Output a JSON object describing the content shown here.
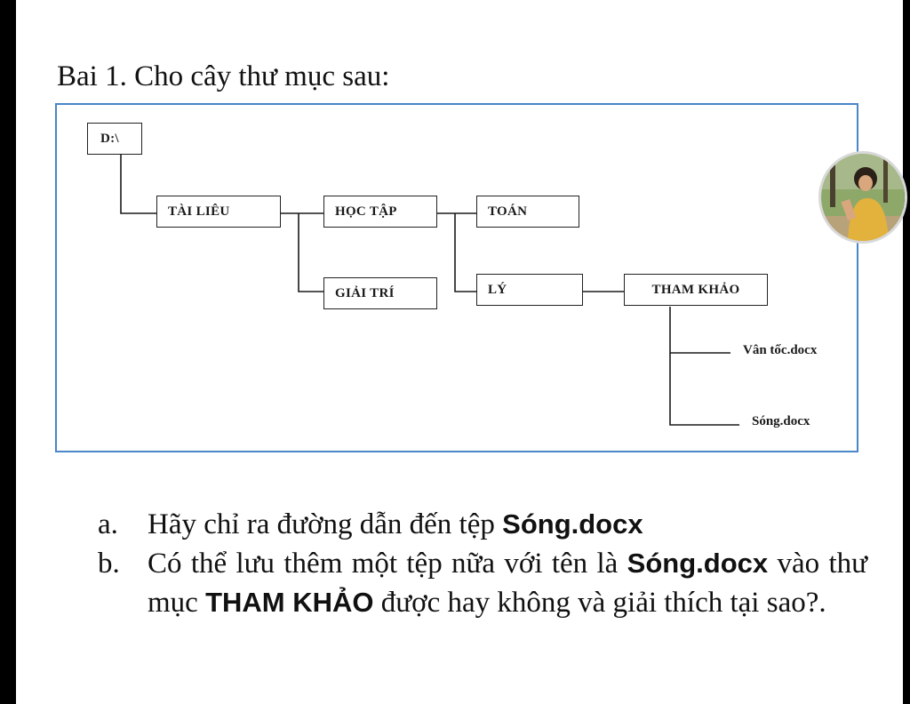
{
  "heading": "Bai 1. Cho cây thư mục sau:",
  "tree": {
    "nodes": {
      "root": "D:\\",
      "tai_lieu": "TÀI LIÊU",
      "hoc_tap": "HỌC TẬP",
      "toan": "TOÁN",
      "giai_tri": "GIẢI TRÍ",
      "ly": "LÝ",
      "tham_khao": "THAM KHẢO"
    },
    "files": [
      "Vân tốc.docx",
      "Sóng.docx"
    ]
  },
  "questions": [
    {
      "marker": "a.",
      "parts": [
        "Hãy chỉ ra đường dẫn đến tệp ",
        "Sóng.docx"
      ]
    },
    {
      "marker": "b.",
      "parts": [
        "Có thể lưu thêm một tệp nữa với tên là ",
        "Sóng.docx",
        " vào thư mục ",
        "THAM KHẢO",
        " được hay không và giải thích tại sao?."
      ]
    }
  ],
  "colors": {
    "frame_border": "#4a86c8",
    "text": "#111111",
    "background_outer": "#000000",
    "page": "#ffffff"
  },
  "icons": {
    "avatar": "user-photo-avatar"
  }
}
